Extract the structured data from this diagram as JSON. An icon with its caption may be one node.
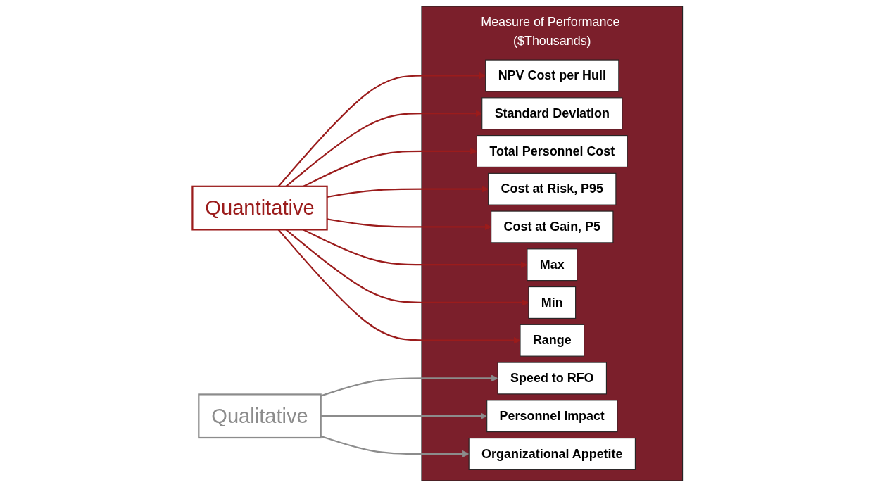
{
  "diagram": {
    "nodes": [
      {
        "text": [
          "Measure of Performance ($Thousands)"
        ]
      },
      {
        "text": [
          "NPV Cost per Hull"
        ],
        "in": 0
      },
      {
        "text": [
          "Standard Deviation"
        ],
        "in": 0
      },
      {
        "text": [
          "Total Personnel Cost"
        ],
        "in": 0
      },
      {
        "text": [
          "Cost at Risk, P95"
        ],
        "in": 0
      },
      {
        "text": [
          "Cost at Gain, P5"
        ],
        "in": 0
      },
      {
        "text": [
          "Speed to RFO"
        ],
        "in": 0
      },
      {
        "text": [
          "Personnel Impact"
        ],
        "in": 0
      },
      {
        "text": [
          "Organizational Appetite"
        ],
        "in": 0
      },
      {
        "text": [
          "Max"
        ],
        "in": 0
      },
      {
        "text": [
          "Min"
        ],
        "in": 0
      },
      {
        "text": [
          "Range"
        ],
        "in": 0
      },
      {
        "text": [
          "Quantitative"
        ]
      },
      {
        "text": [
          "Qualitative"
        ]
      }
    ],
    "edges": [
      {
        "from": 12,
        "to": 1,
        "arrow": "to"
      },
      {
        "from": 12,
        "to": 2,
        "arrow": "to"
      },
      {
        "from": 12,
        "to": 3,
        "arrow": "to"
      },
      {
        "from": 12,
        "to": 4,
        "arrow": "to"
      },
      {
        "from": 12,
        "to": 5,
        "arrow": "to"
      },
      {
        "from": 12,
        "to": 9,
        "arrow": "to"
      },
      {
        "from": 12,
        "to": 10,
        "arrow": "to"
      },
      {
        "from": 12,
        "to": 11,
        "arrow": "to"
      },
      {
        "from": 13,
        "to": 6,
        "arrow": "to",
        "color": "#8c8c8c"
      },
      {
        "from": 13,
        "to": 7,
        "arrow": "to",
        "color": "#8c8c8c"
      },
      {
        "from": 13,
        "to": 8,
        "arrow": "to",
        "color": "#8c8c8c"
      }
    ]
  }
}
